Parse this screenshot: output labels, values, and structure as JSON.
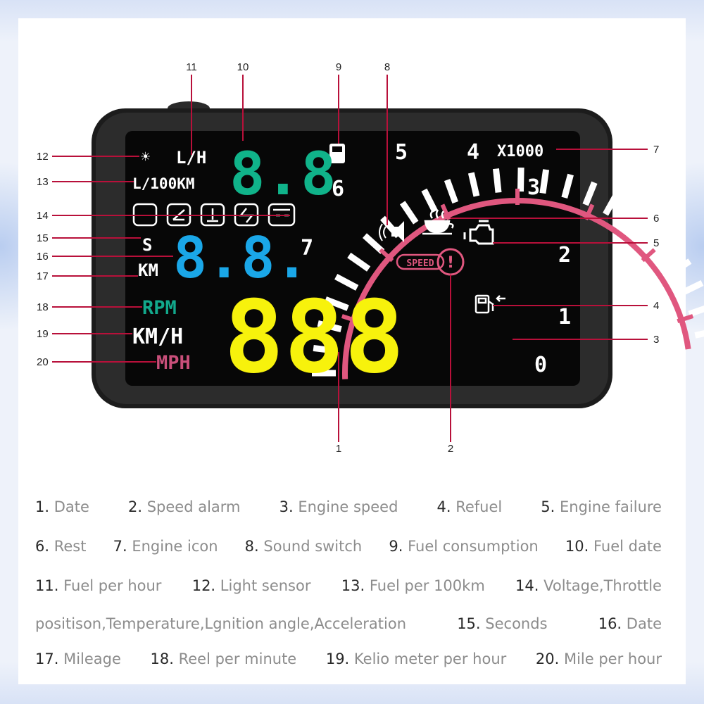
{
  "display": {
    "speed_digits": "888",
    "fuel_digits": "8.8",
    "date_digits": "8.8.",
    "date_digit_last": "8",
    "units": {
      "lh": "L/H",
      "l100km": "L/100KM",
      "s": "S",
      "km": "KM",
      "rpm": "RPM",
      "kmh": "KM/H",
      "mph": "MPH",
      "x1000": "X1000"
    },
    "gauge_labels": [
      "0",
      "1",
      "2",
      "3",
      "4",
      "5",
      "6",
      "7"
    ],
    "speed_alarm_text": "SPEED",
    "colors": {
      "speed": "#f7f20c",
      "fuel": "#10b38a",
      "date": "#1aa7e8",
      "rpm": "#12a98c",
      "mph": "#c94f7a",
      "gauge_arc": "#e0577f"
    }
  },
  "callouts": [
    "1",
    "2",
    "3",
    "4",
    "5",
    "6",
    "7",
    "8",
    "9",
    "10",
    "11",
    "12",
    "13",
    "14",
    "15",
    "16",
    "17",
    "18",
    "19",
    "20"
  ],
  "legend": [
    [
      {
        "n": "1.",
        "t": "Date"
      },
      {
        "n": "2.",
        "t": "Speed alarm"
      },
      {
        "n": "3.",
        "t": "Engine speed"
      },
      {
        "n": "4.",
        "t": "Refuel"
      },
      {
        "n": "5.",
        "t": "Engine failure"
      }
    ],
    [
      {
        "n": "6.",
        "t": "Rest"
      },
      {
        "n": "7.",
        "t": "Engine icon"
      },
      {
        "n": "8.",
        "t": "Sound switch"
      },
      {
        "n": "9.",
        "t": "Fuel consumption"
      },
      {
        "n": "10.",
        "t": "Fuel date"
      }
    ],
    [
      {
        "n": "11.",
        "t": "Fuel per hour"
      },
      {
        "n": "12.",
        "t": "Light sensor"
      },
      {
        "n": "13.",
        "t": "Fuel per 100km"
      },
      {
        "n": "14.",
        "t": "Voltage,Throttle"
      }
    ],
    [
      {
        "n": "",
        "t": "positison,Temperature,Lgnition angle,Acceleration"
      },
      {
        "n": "15.",
        "t": "Seconds"
      },
      {
        "n": "16.",
        "t": "Date"
      }
    ],
    [
      {
        "n": "17.",
        "t": "Mileage"
      },
      {
        "n": "18.",
        "t": "Reel per minute"
      },
      {
        "n": "19.",
        "t": "Kelio meter per hour"
      },
      {
        "n": "20.",
        "t": "Mile per hour"
      }
    ]
  ]
}
